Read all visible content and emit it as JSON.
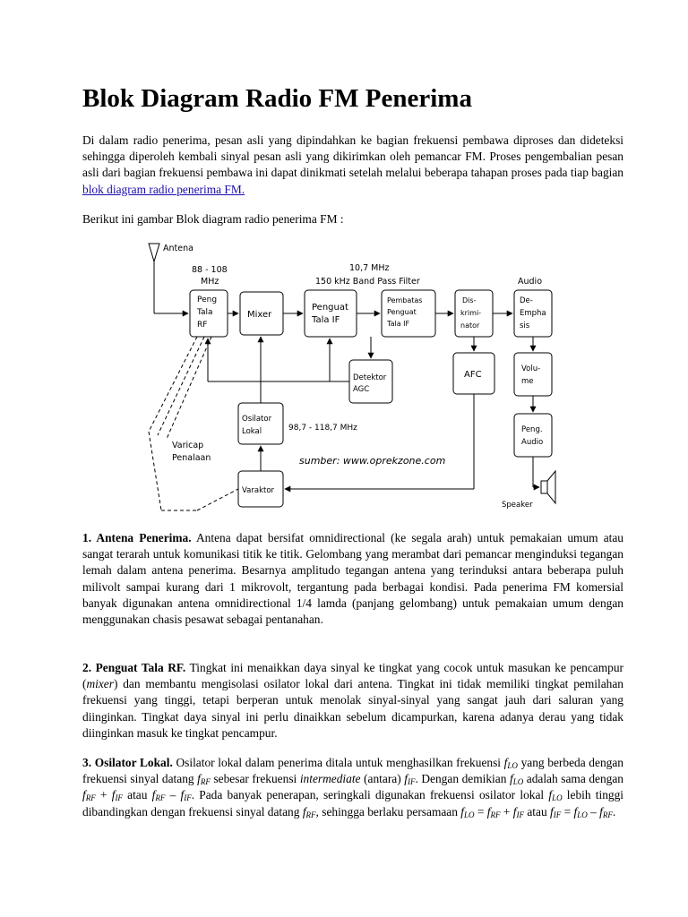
{
  "title": "Blok Diagram Radio FM Penerima",
  "intro": {
    "text": "Di dalam radio penerima, pesan asli yang dipindahkan ke bagian frekuensi pembawa diproses dan dideteksi sehingga diperoleh kembali sinyal pesan asli yang dikirimkan oleh pemancar FM. Proses pengembalian pesan asli dari bagian frekuensi pembawa ini dapat dinikmati setelah melalui beberapa tahapan proses pada tiap bagian ",
    "link": "blok diagram radio penerima FM."
  },
  "berikut": "Berikut ini gambar Blok diagram radio penerima FM :",
  "diagram": {
    "antena": "Antena",
    "freq_rf_1": "88 - 108",
    "freq_rf_2": "MHz",
    "freq_if_1": "10,7 MHz",
    "freq_if_2": "150 kHz Band Pass Filter",
    "audio": "Audio",
    "peng_tala_rf_1": "Peng",
    "peng_tala_rf_2": "Tala",
    "peng_tala_rf_3": "RF",
    "mixer": "Mixer",
    "penguat_tala_if_1": "Penguat",
    "penguat_tala_if_2": "Tala IF",
    "pembatas_1": "Pembatas",
    "pembatas_2": "Penguat",
    "pembatas_3": "Tala IF",
    "diskriminator_1": "Dis-",
    "diskriminator_2": "krimi-",
    "diskriminator_3": "nator",
    "deemphasis_1": "De-",
    "deemphasis_2": "Empha",
    "deemphasis_3": "sis",
    "detektor_1": "Detektor",
    "detektor_2": "AGC",
    "afc": "AFC",
    "volume_1": "Volu-",
    "volume_2": "me",
    "osilator_1": "Osilator",
    "osilator_2": "Lokal",
    "freq_lo": "98,7 - 118,7 MHz",
    "peng_audio_1": "Peng.",
    "peng_audio_2": "Audio",
    "varicap_1": "Varicap",
    "varicap_2": "Penalaan",
    "sumber": "sumber: www.oprekzone.com",
    "varaktor": "Varaktor",
    "speaker": "Speaker"
  },
  "s1": {
    "heading": "1. Antena Penerima.",
    "text": " Antena dapat bersifat omnidirectional (ke segala arah) untuk pemakaian umum atau sangat terarah untuk komunikasi titik ke titik. Gelombang yang merambat dari pemancar menginduksi tegangan lemah dalam antena penerima. Besarnya amplitudo tegangan antena yang terinduksi antara beberapa puluh milivolt sampai kurang dari 1 mikrovolt, tergantung pada berbagai kondisi. Pada penerima FM komersial banyak digunakan antena omnidirectional 1/4 lamda (panjang gelombang) untuk pemakaian umum dengan menggunakan chasis pesawat sebagai pentanahan."
  },
  "s2": {
    "heading": "2. Penguat Tala RF.",
    "text_a": " Tingkat ini menaikkan daya sinyal ke tingkat yang cocok untuk masukan ke pencampur (",
    "mixer": "mixer",
    "text_b": ") dan membantu mengisolasi osilator lokal dari antena. Tingkat ini tidak memiliki tingkat pemilahan frekuensi yang tinggi, tetapi berperan untuk menolak sinyal-sinyal yang sangat jauh dari saluran yang diinginkan. Tingkat daya sinyal ini perlu dinaikkan sebelum dicampurkan, karena adanya derau yang tidak diinginkan masuk ke tingkat pencampur."
  },
  "s3": {
    "heading": "3. Osilator Lokal.",
    "t1": " Osilator lokal dalam penerima ditala untuk menghasilkan frekuensi ",
    "t2": " yang berbeda dengan frekuensi sinyal datang ",
    "t3": " sebesar frekuensi ",
    "intermediate": "intermediate",
    "t4": " (antara) ",
    "t5": ". Dengan demikian ",
    "t6": " adalah sama dengan ",
    "t7": " + ",
    "t8": " atau ",
    "t9": " – ",
    "t10": ". Pada banyak penerapan, seringkali digunakan frekuensi osilator lokal ",
    "t11": " lebih tinggi dibandingkan dengan frekuensi sinyal datang ",
    "t12": ", sehingga berlaku persamaan ",
    "t13": " = ",
    "t14": " + ",
    "t15": " atau ",
    "t16": " = ",
    "t17": " – ",
    "t18": ".",
    "f": "f",
    "LO": "LO",
    "RF": "RF",
    "IF": "IF"
  }
}
